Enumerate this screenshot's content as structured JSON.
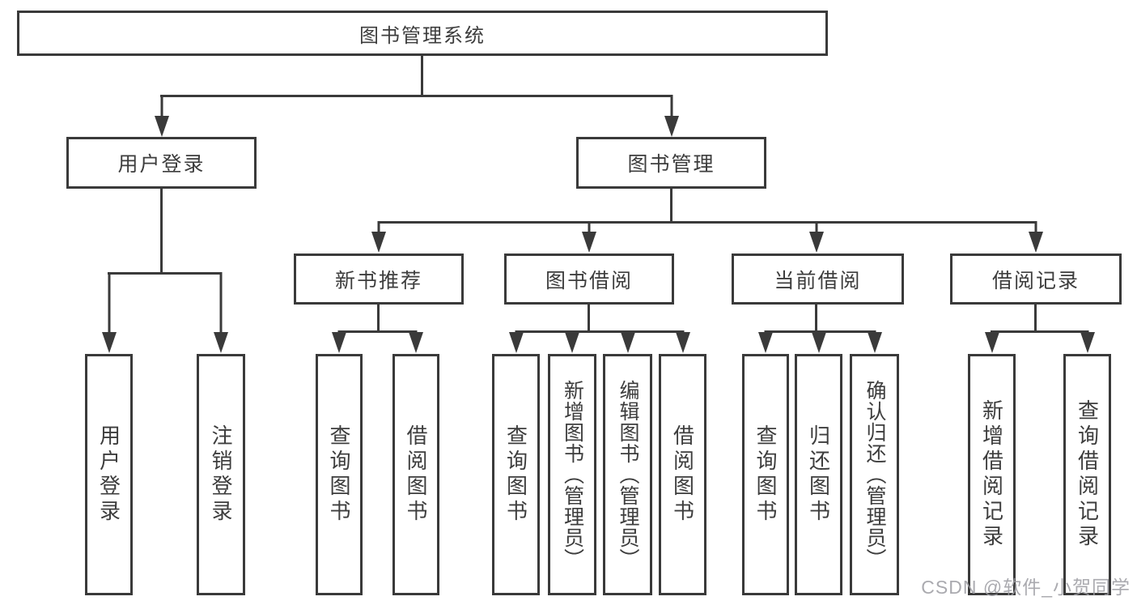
{
  "tree": {
    "root": {
      "label": "图书管理系统"
    },
    "user_login": {
      "label": "用户登录",
      "children": [
        {
          "label": "用户登录"
        },
        {
          "label": "注销登录"
        }
      ]
    },
    "book_mgmt": {
      "label": "图书管理",
      "sections": [
        {
          "label": "新书推荐",
          "children": [
            {
              "label": "查询图书"
            },
            {
              "label": "借阅图书"
            }
          ]
        },
        {
          "label": "图书借阅",
          "children": [
            {
              "label": "查询图书"
            },
            {
              "label": "新增图书（管理员）"
            },
            {
              "label": "编辑图书（管理员）"
            },
            {
              "label": "借阅图书"
            }
          ]
        },
        {
          "label": "当前借阅",
          "children": [
            {
              "label": "查询图书"
            },
            {
              "label": "归还图书"
            },
            {
              "label": "确认归还（管理员）"
            }
          ]
        },
        {
          "label": "借阅记录",
          "children": [
            {
              "label": "新增借阅记录"
            },
            {
              "label": "查询借阅记录"
            }
          ]
        }
      ]
    }
  },
  "watermark": {
    "text": "CSDN @软件_小贺同学"
  },
  "colors": {
    "line": "#3a3a3a",
    "text": "#3d3d3d",
    "watermark": "#9c9ca2",
    "background": "#ffffff"
  }
}
